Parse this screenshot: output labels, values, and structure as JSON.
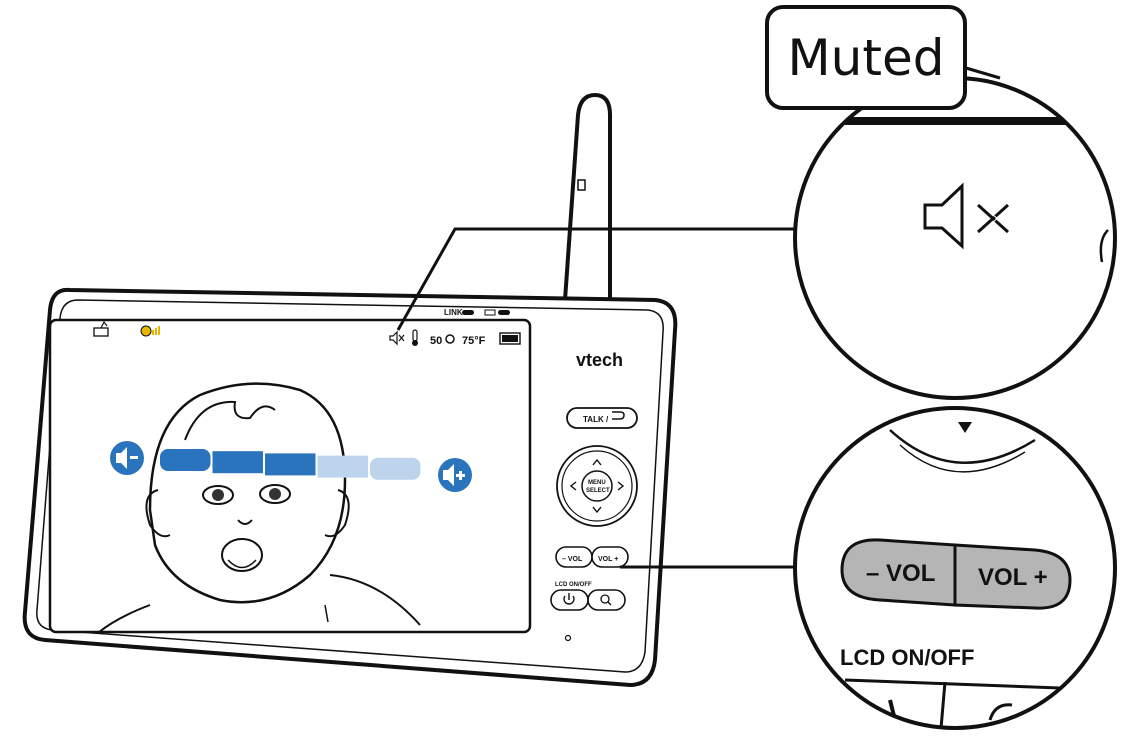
{
  "callout": {
    "label": "Muted"
  },
  "status_bar": {
    "humidity": "50",
    "temperature": "75°F"
  },
  "device": {
    "brand": "vtech",
    "indicators": {
      "link": "LINK"
    },
    "buttons": {
      "talk": "TALK /",
      "menu_line1": "MENU",
      "menu_line2": "SELECT",
      "vol_down": "– VOL",
      "vol_up": "VOL +",
      "lcd_label": "LCD ON/OFF"
    }
  },
  "zoom_callout": {
    "vol_down": "– VOL",
    "vol_up": "VOL +",
    "lcd_label": "LCD ON/OFF"
  },
  "volume_overlay": {
    "level_segments_filled": 3,
    "level_segments_total": 5
  },
  "colors": {
    "accent_blue": "#2a73bd",
    "inactive_blue": "#bcd4ec",
    "outline": "#111111",
    "button_gray": "#b5b5b5"
  },
  "icons": [
    "mute-speaker-icon",
    "volume-down-icon",
    "volume-up-icon",
    "thermometer-icon",
    "battery-icon",
    "power-icon",
    "zoom-icon",
    "back-arrow-icon",
    "camera-icon",
    "signal-icon"
  ]
}
